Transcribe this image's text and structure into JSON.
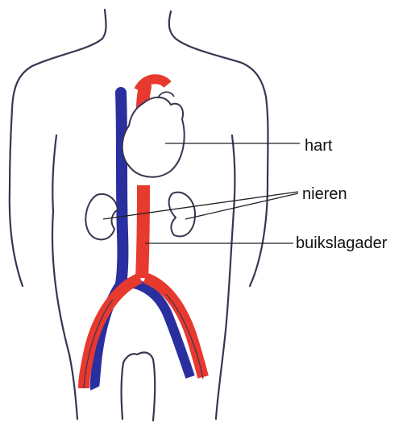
{
  "labels": {
    "heart": "hart",
    "kidneys": "nieren",
    "aorta": "buikslagader"
  },
  "colors": {
    "background": "#ffffff",
    "outline": "#3a3550",
    "artery": "#e8392f",
    "vein": "#2a2fa0",
    "leader_line": "#222222"
  }
}
